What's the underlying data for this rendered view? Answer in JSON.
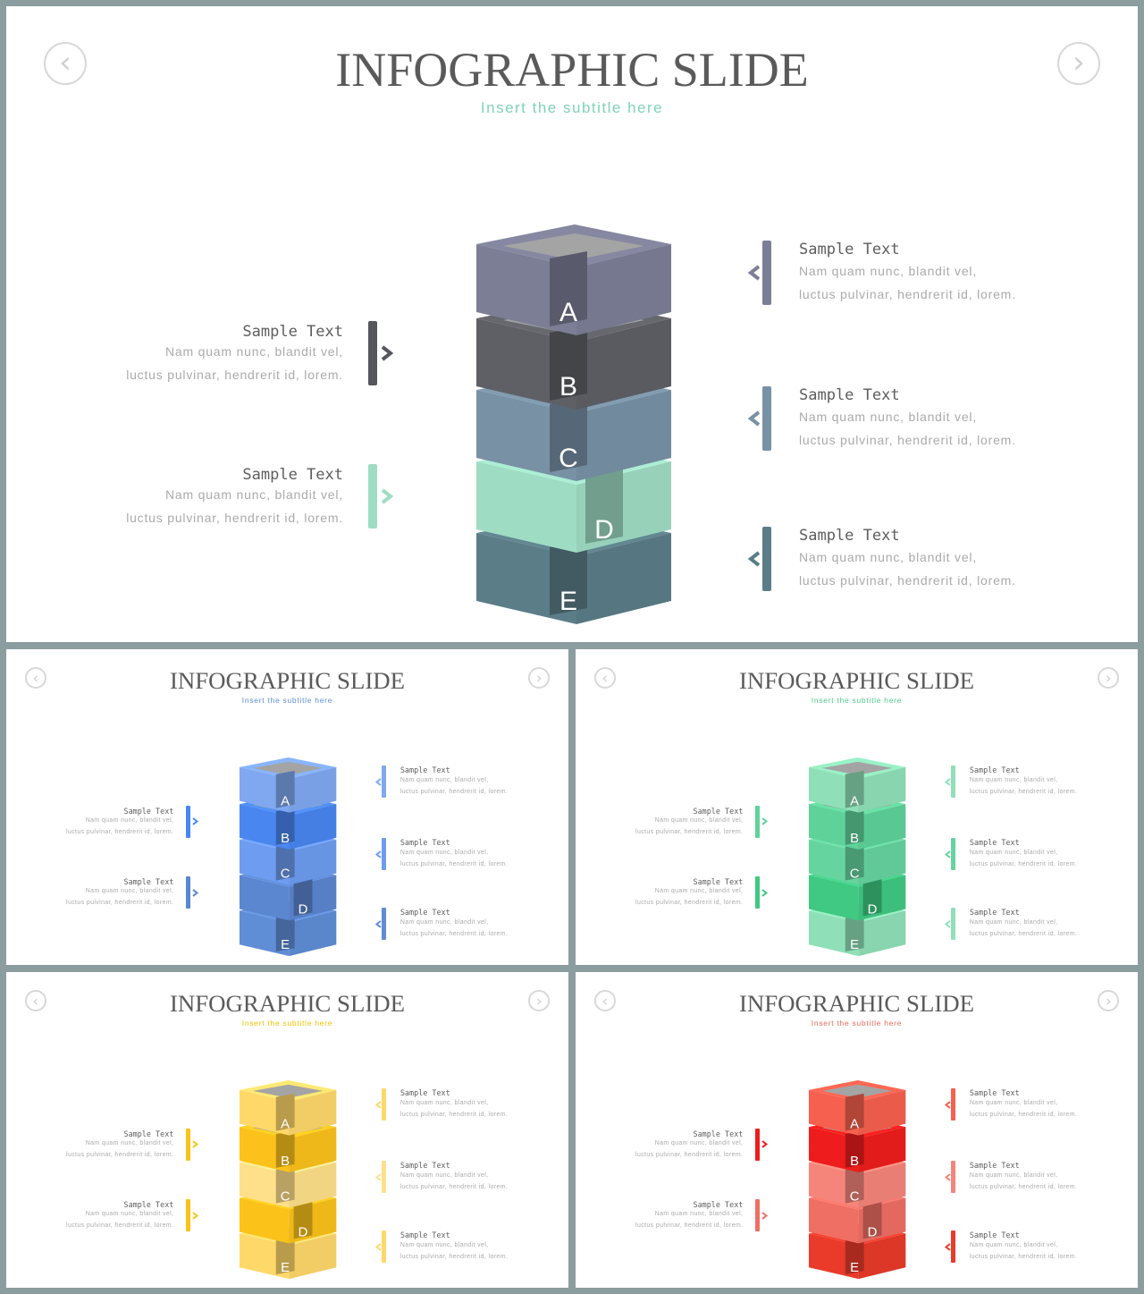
{
  "slides": [
    {
      "title": "INFOGRAPHIC SLIDE",
      "subtitle": "Insert the subtitle here",
      "nav_prev_icon": "chevron-left-icon",
      "nav_next_icon": "chevron-right-icon",
      "prev_glyph": "‹",
      "next_glyph": "›",
      "accent": "#7fd3b5",
      "block_colors": [
        "#7c7e96",
        "#5f6066",
        "#7891a5",
        "#9fdcc4",
        "#5b7d88"
      ],
      "block_letters": [
        "A",
        "B",
        "C",
        "D",
        "E"
      ],
      "items_left": [
        {
          "title": "Sample Text",
          "line1": "Nam quam nunc, blandit vel,",
          "line2": "luctus pulvinar, hendrerit id, lorem.",
          "color": "#55575d"
        },
        {
          "title": "Sample Text",
          "line1": "Nam quam nunc, blandit vel,",
          "line2": "luctus pulvinar, hendrerit id, lorem.",
          "color": "#9fdcc4"
        }
      ],
      "items_right": [
        {
          "title": "Sample Text",
          "line1": "Nam quam nunc, blandit vel,",
          "line2": "luctus pulvinar, hendrerit id, lorem.",
          "color": "#7c7e96"
        },
        {
          "title": "Sample Text",
          "line1": "Nam quam nunc, blandit vel,",
          "line2": "luctus pulvinar, hendrerit id, lorem.",
          "color": "#7891a5"
        },
        {
          "title": "Sample Text",
          "line1": "Nam quam nunc, blandit vel,",
          "line2": "luctus pulvinar, hendrerit id, lorem.",
          "color": "#5b7d88"
        }
      ]
    },
    {
      "title": "INFOGRAPHIC SLIDE",
      "subtitle": "Insert the subtitle here",
      "nav_prev_icon": "chevron-left-icon",
      "nav_next_icon": "chevron-right-icon",
      "prev_glyph": "‹",
      "next_glyph": "›",
      "accent": "#5b8fd8",
      "block_colors": [
        "#7fa8f0",
        "#4a86f0",
        "#6d9cf0",
        "#5b86d0",
        "#5f8dd6"
      ],
      "block_letters": [
        "A",
        "B",
        "C",
        "D",
        "E"
      ],
      "items_left": [
        {
          "title": "Sample Text",
          "line1": "Nam quam nunc, blandit vel,",
          "line2": "luctus pulvinar, hendrerit id, lorem.",
          "color": "#4a86f0"
        },
        {
          "title": "Sample Text",
          "line1": "Nam quam nunc, blandit vel,",
          "line2": "luctus pulvinar, hendrerit id, lorem.",
          "color": "#5b86d0"
        }
      ],
      "items_right": [
        {
          "title": "Sample Text",
          "line1": "Nam quam nunc, blandit vel,",
          "line2": "luctus pulvinar, hendrerit id, lorem.",
          "color": "#7fa8f0"
        },
        {
          "title": "Sample Text",
          "line1": "Nam quam nunc, blandit vel,",
          "line2": "luctus pulvinar, hendrerit id, lorem.",
          "color": "#6d9cf0"
        },
        {
          "title": "Sample Text",
          "line1": "Nam quam nunc, blandit vel,",
          "line2": "luctus pulvinar, hendrerit id, lorem.",
          "color": "#5f8dd6"
        }
      ]
    },
    {
      "title": "INFOGRAPHIC SLIDE",
      "subtitle": "Insert the subtitle here",
      "nav_prev_icon": "chevron-left-icon",
      "nav_next_icon": "chevron-right-icon",
      "prev_glyph": "‹",
      "next_glyph": "›",
      "accent": "#4fc98e",
      "block_colors": [
        "#8fe0b8",
        "#5fd29a",
        "#66d49f",
        "#3fc983",
        "#8fe0b8"
      ],
      "block_letters": [
        "A",
        "B",
        "C",
        "D",
        "E"
      ],
      "items_left": [
        {
          "title": "Sample Text",
          "line1": "Nam quam nunc, blandit vel,",
          "line2": "luctus pulvinar, hendrerit id, lorem.",
          "color": "#5fd29a"
        },
        {
          "title": "Sample Text",
          "line1": "Nam quam nunc, blandit vel,",
          "line2": "luctus pulvinar, hendrerit id, lorem.",
          "color": "#3fc983"
        }
      ],
      "items_right": [
        {
          "title": "Sample Text",
          "line1": "Nam quam nunc, blandit vel,",
          "line2": "luctus pulvinar, hendrerit id, lorem.",
          "color": "#8fe0b8"
        },
        {
          "title": "Sample Text",
          "line1": "Nam quam nunc, blandit vel,",
          "line2": "luctus pulvinar, hendrerit id, lorem.",
          "color": "#66d49f"
        },
        {
          "title": "Sample Text",
          "line1": "Nam quam nunc, blandit vel,",
          "line2": "luctus pulvinar, hendrerit id, lorem.",
          "color": "#8fe0b8"
        }
      ]
    },
    {
      "title": "INFOGRAPHIC SLIDE",
      "subtitle": "Insert the subtitle here",
      "nav_prev_icon": "chevron-left-icon",
      "nav_next_icon": "chevron-right-icon",
      "prev_glyph": "‹",
      "next_glyph": "›",
      "accent": "#f2c200",
      "block_colors": [
        "#ffd86a",
        "#fcc21b",
        "#ffe08a",
        "#fbc21a",
        "#ffd86a"
      ],
      "block_letters": [
        "A",
        "B",
        "C",
        "D",
        "E"
      ],
      "items_left": [
        {
          "title": "Sample Text",
          "line1": "Nam quam nunc, blandit vel,",
          "line2": "luctus pulvinar, hendrerit id, lorem.",
          "color": "#fcc21b"
        },
        {
          "title": "Sample Text",
          "line1": "Nam quam nunc, blandit vel,",
          "line2": "luctus pulvinar, hendrerit id, lorem.",
          "color": "#fbc21a"
        }
      ],
      "items_right": [
        {
          "title": "Sample Text",
          "line1": "Nam quam nunc, blandit vel,",
          "line2": "luctus pulvinar, hendrerit id, lorem.",
          "color": "#ffd86a"
        },
        {
          "title": "Sample Text",
          "line1": "Nam quam nunc, blandit vel,",
          "line2": "luctus pulvinar, hendrerit id, lorem.",
          "color": "#ffe08a"
        },
        {
          "title": "Sample Text",
          "line1": "Nam quam nunc, blandit vel,",
          "line2": "luctus pulvinar, hendrerit id, lorem.",
          "color": "#ffd86a"
        }
      ]
    },
    {
      "title": "INFOGRAPHIC SLIDE",
      "subtitle": "Insert the subtitle here",
      "nav_prev_icon": "chevron-left-icon",
      "nav_next_icon": "chevron-right-icon",
      "prev_glyph": "‹",
      "next_glyph": "›",
      "accent": "#e86a5a",
      "block_colors": [
        "#f6604e",
        "#ee1c1c",
        "#f5857a",
        "#ef6f64",
        "#e93a2a"
      ],
      "block_letters": [
        "A",
        "B",
        "C",
        "D",
        "E"
      ],
      "items_left": [
        {
          "title": "Sample Text",
          "line1": "Nam quam nunc, blandit vel,",
          "line2": "luctus pulvinar, hendrerit id, lorem.",
          "color": "#ee1c1c"
        },
        {
          "title": "Sample Text",
          "line1": "Nam quam nunc, blandit vel,",
          "line2": "luctus pulvinar, hendrerit id, lorem.",
          "color": "#ef6f64"
        }
      ],
      "items_right": [
        {
          "title": "Sample Text",
          "line1": "Nam quam nunc, blandit vel,",
          "line2": "luctus pulvinar, hendrerit id, lorem.",
          "color": "#f6604e"
        },
        {
          "title": "Sample Text",
          "line1": "Nam quam nunc, blandit vel,",
          "line2": "luctus pulvinar, hendrerit id, lorem.",
          "color": "#f5857a"
        },
        {
          "title": "Sample Text",
          "line1": "Nam quam nunc, blandit vel,",
          "line2": "luctus pulvinar, hendrerit id, lorem.",
          "color": "#e93a2a"
        }
      ]
    }
  ]
}
